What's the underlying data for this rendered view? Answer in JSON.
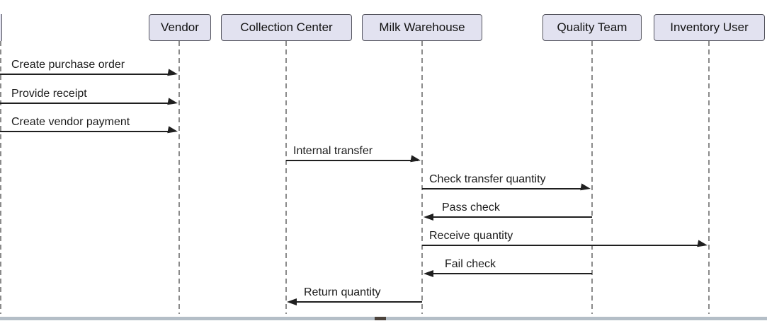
{
  "diagram": {
    "type": "sequence-diagram",
    "participants": [
      {
        "label": "Vendor"
      },
      {
        "label": "Collection Center"
      },
      {
        "label": "Milk Warehouse"
      },
      {
        "label": "Quality Team"
      },
      {
        "label": "Inventory User"
      }
    ],
    "messages": [
      {
        "label": "Create purchase order",
        "from": "offscreen-left",
        "to": "Vendor",
        "direction": "right"
      },
      {
        "label": "Provide receipt",
        "from": "offscreen-left",
        "to": "Vendor",
        "direction": "right"
      },
      {
        "label": "Create vendor payment",
        "from": "offscreen-left",
        "to": "Vendor",
        "direction": "right"
      },
      {
        "label": "Internal transfer",
        "from": "Collection Center",
        "to": "Milk Warehouse",
        "direction": "right"
      },
      {
        "label": "Check transfer quantity",
        "from": "Milk Warehouse",
        "to": "Quality Team",
        "direction": "right"
      },
      {
        "label": "Pass check",
        "from": "Quality Team",
        "to": "Milk Warehouse",
        "direction": "left"
      },
      {
        "label": "Receive quantity",
        "from": "Milk Warehouse",
        "to": "Inventory User",
        "direction": "right"
      },
      {
        "label": "Fail check",
        "from": "Quality Team",
        "to": "Milk Warehouse",
        "direction": "left"
      },
      {
        "label": "Return quantity",
        "from": "Milk Warehouse",
        "to": "Collection Center",
        "direction": "left"
      }
    ],
    "colors": {
      "participant_fill": "#e2e2f0",
      "participant_border": "#54545e",
      "lifeline": "#8b8b8b",
      "message": "#1f1f1f",
      "bottom_bar": "#b4bec7",
      "bottom_bar_segment": "#4b433c"
    }
  }
}
